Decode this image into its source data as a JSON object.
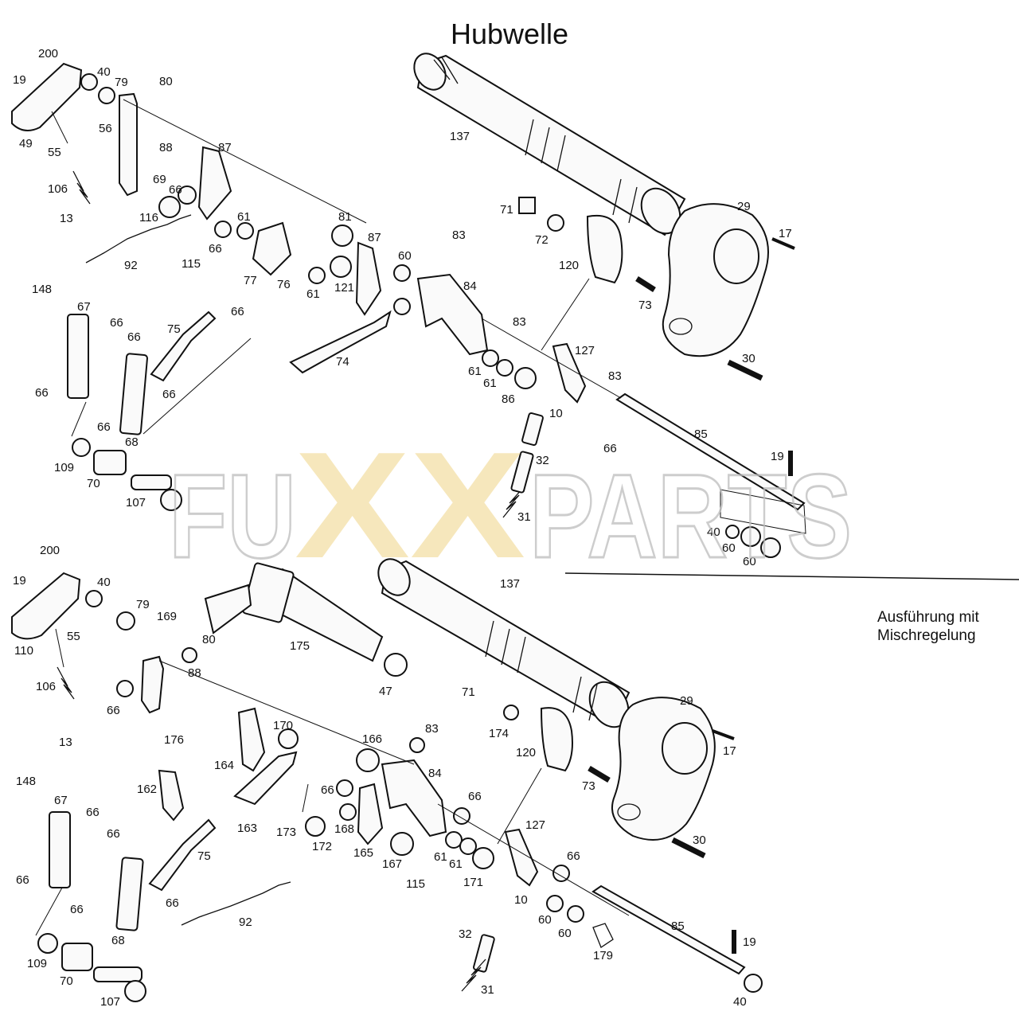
{
  "title": "Hubwelle",
  "variant_note": [
    "Ausführung mit",
    "Mischregelung"
  ],
  "watermark": {
    "left": "FU",
    "middle": "XX",
    "right": "PARTS"
  },
  "colors": {
    "watermark_x": "#f4dfa6",
    "watermark_text": "#bdbdbd",
    "line_art": "#111111"
  },
  "upper_diagram": {
    "part_numbers": [
      "19",
      "200",
      "40",
      "79",
      "80",
      "49",
      "56",
      "55",
      "88",
      "87",
      "106",
      "69",
      "66",
      "13",
      "116",
      "61",
      "66",
      "81",
      "92",
      "115",
      "77",
      "76",
      "87",
      "60",
      "121",
      "61",
      "83",
      "137",
      "71",
      "72",
      "29",
      "17",
      "120",
      "84",
      "73",
      "148",
      "67",
      "66",
      "66",
      "75",
      "66",
      "74",
      "83",
      "127",
      "30",
      "66",
      "66",
      "61",
      "61",
      "86",
      "83",
      "10",
      "66",
      "68",
      "85",
      "109",
      "32",
      "70",
      "19",
      "107",
      "31",
      "40",
      "60",
      "60"
    ]
  },
  "lower_diagram": {
    "part_numbers": [
      "200",
      "19",
      "40",
      "79",
      "169",
      "80",
      "110",
      "55",
      "175",
      "106",
      "88",
      "47",
      "137",
      "66",
      "71",
      "13",
      "176",
      "170",
      "166",
      "83",
      "29",
      "174",
      "164",
      "17",
      "120",
      "162",
      "84",
      "66",
      "66",
      "73",
      "148",
      "67",
      "66",
      "163",
      "173",
      "172",
      "168",
      "66",
      "127",
      "66",
      "165",
      "167",
      "61",
      "61",
      "171",
      "10",
      "30",
      "66",
      "75",
      "115",
      "66",
      "66",
      "92",
      "68",
      "60",
      "60",
      "85",
      "32",
      "179",
      "19",
      "109",
      "70",
      "107",
      "31",
      "40"
    ]
  }
}
